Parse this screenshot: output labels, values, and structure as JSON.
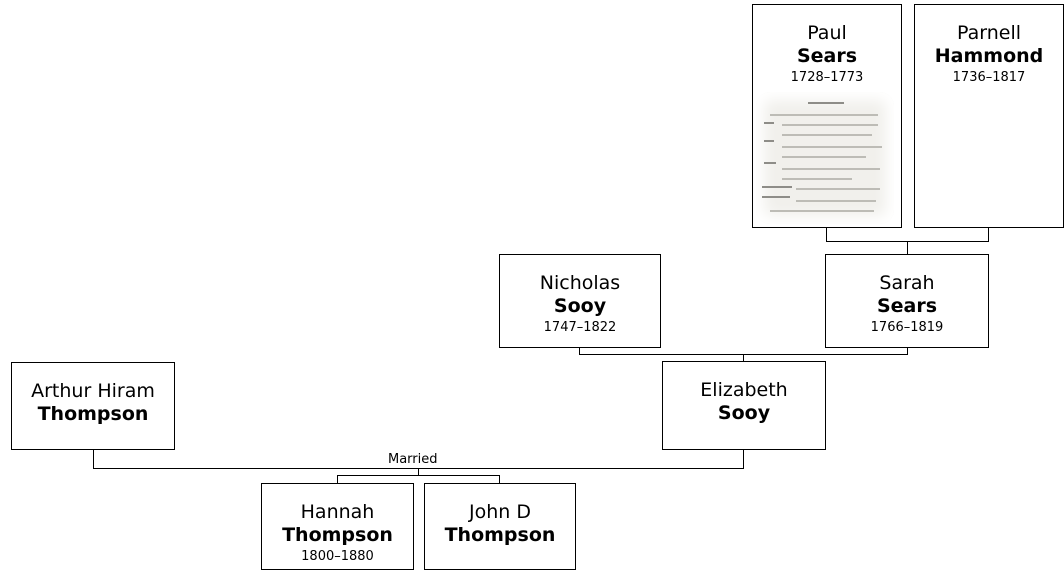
{
  "people": {
    "paul": {
      "given": "Paul",
      "surname": "Sears",
      "dates": "1728–1773",
      "photo": "document-scan"
    },
    "parnell": {
      "given": "Parnell",
      "surname": "Hammond",
      "dates": "1736–1817"
    },
    "nicholas": {
      "given": "Nicholas",
      "surname": "Sooy",
      "dates": "1747–1822"
    },
    "sarah": {
      "given": "Sarah",
      "surname": "Sears",
      "dates": "1766–1819"
    },
    "arthur": {
      "given": "Arthur Hiram",
      "surname": "Thompson"
    },
    "elizabeth": {
      "given": "Elizabeth",
      "surname": "Sooy"
    },
    "hannah": {
      "given": "Hannah",
      "surname": "Thompson",
      "dates": "1800–1880"
    },
    "john": {
      "given": "John D",
      "surname": "Thompson"
    }
  },
  "marriage_label": "Married",
  "colors": {
    "line": "#000000",
    "box_border": "#000000",
    "background": "#ffffff"
  }
}
